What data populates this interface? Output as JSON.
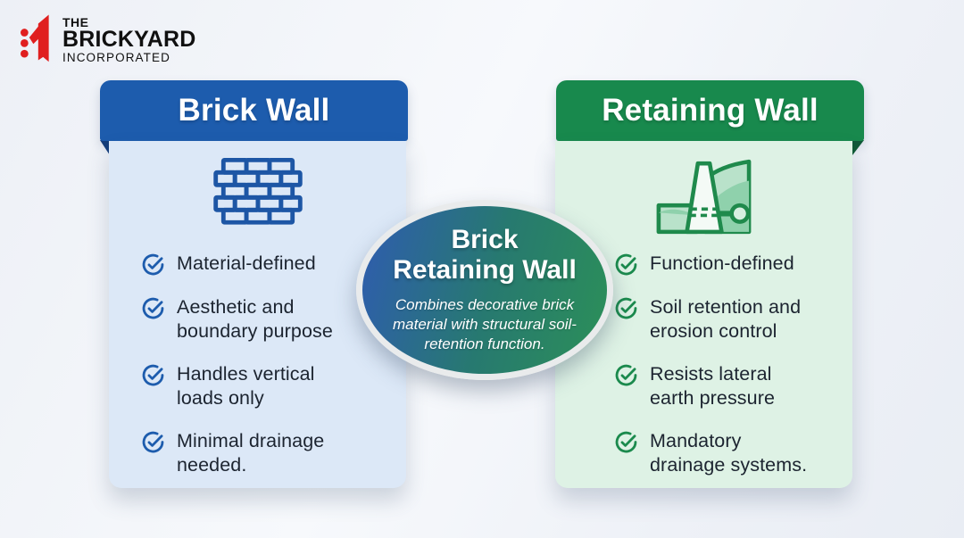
{
  "brand": {
    "name_top": "THE",
    "name_main": "BRICKYARD",
    "name_sub": "INCORPORATED",
    "logo_color": "#e01f1f"
  },
  "left_card": {
    "title": "Brick Wall",
    "icon": "brick-wall-icon",
    "accent_color": "#1d5cad",
    "fold_color": "#143e7d",
    "body_color": "#dce8f7",
    "items": [
      "Material-defined",
      "Aesthetic and boundary purpose",
      "Handles vertical loads only",
      "Minimal drainage needed."
    ]
  },
  "right_card": {
    "title": "Retaining Wall",
    "icon": "retaining-wall-icon",
    "accent_color": "#18894d",
    "fold_color": "#0e5c33",
    "body_color": "#def2e5",
    "items": [
      "Function-defined",
      "Soil retention and erosion control",
      "Resists lateral earth pressure",
      "Mandatory drainage systems."
    ]
  },
  "center_badge": {
    "title_line1": "Brick",
    "title_line2": "Retaining Wall",
    "subtitle": "Combines decorative brick material with structural soil-retention function.",
    "gradient_from": "#2e5fa9",
    "gradient_to": "#2b8c5c"
  }
}
